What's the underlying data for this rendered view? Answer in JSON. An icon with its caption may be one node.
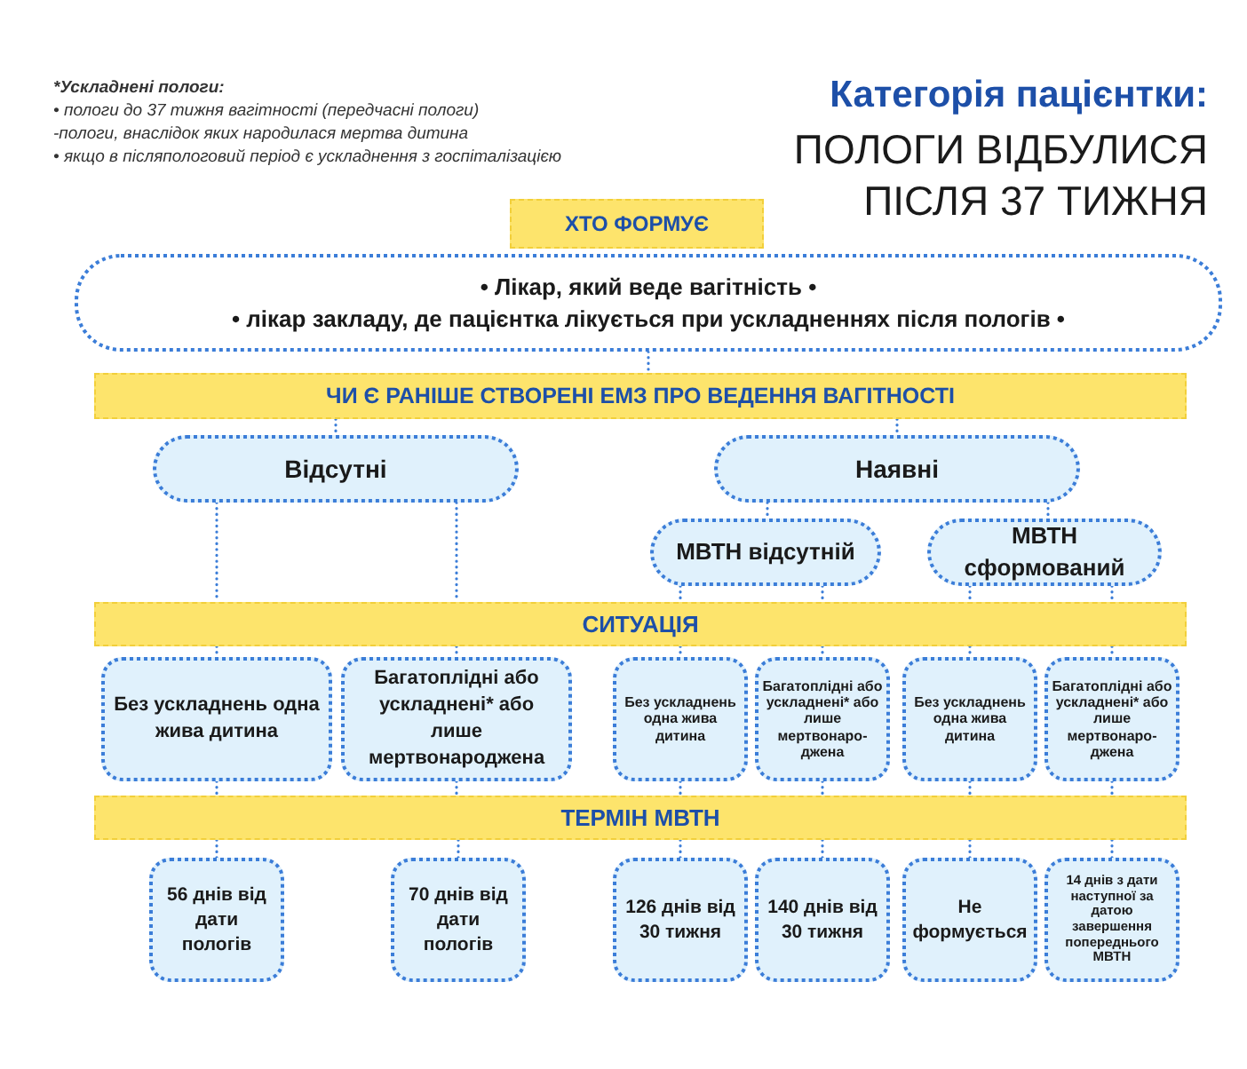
{
  "diagram": {
    "title": "Категорія пацієнтки:",
    "nodes": [
      {
        "text": [
          "ХТО ФОРМУЄ"
        ]
      },
      {
        "text": [
          "• Лікар, який веде вагітність •",
          "• лікар закладу, де пацієнтка лікується при ускладненнях після пологів •"
        ]
      },
      {
        "text": [
          "ЧИ Є РАНІШЕ СТВОРЕНІ ЕМЗ ПРО ВЕДЕННЯ ВАГІТНОСТІ"
        ]
      },
      {
        "text": [
          "Відсутні"
        ]
      },
      {
        "text": [
          "Наявні"
        ]
      },
      {
        "text": [
          "МВТН відсутній"
        ]
      },
      {
        "text": [
          "МВТН сформований"
        ]
      },
      {
        "text": [
          "СИТУАЦІЯ"
        ]
      },
      {
        "text": [
          "Без ускладнень одна жива дитина"
        ]
      },
      {
        "text": [
          "Багатоплідні або ускладнені* або лише мертвонароджена"
        ]
      },
      {
        "text": [
          "Без ускладнень одна жива дитина"
        ]
      },
      {
        "text": [
          "Багатоплідні або ускладнені* або лише мертвонаро-джена"
        ]
      },
      {
        "text": [
          "Без ускладнень одна жива дитина"
        ]
      },
      {
        "text": [
          "Багатоплідні або ускладнені* або лише мертвонаро-джена"
        ]
      },
      {
        "text": [
          "ТЕРМІН МВТН"
        ]
      },
      {
        "text": [
          "56 днів від дати пологів"
        ]
      },
      {
        "text": [
          "70 днів від дати пологів"
        ]
      },
      {
        "text": [
          "126 днів від 30 тижня"
        ]
      },
      {
        "text": [
          "140 днів від 30 тижня"
        ]
      },
      {
        "text": [
          "Не формується"
        ]
      },
      {
        "text": [
          "14 днів з дати наступної за датою завершення попереднього МВТН"
        ]
      }
    ],
    "edges": [
      {
        "from": 1,
        "to": 2,
        "arrow": "none"
      },
      {
        "from": 2,
        "to": 3,
        "arrow": "none"
      },
      {
        "from": 2,
        "to": 4,
        "arrow": "none"
      },
      {
        "from": 4,
        "to": 5,
        "arrow": "none"
      },
      {
        "from": 4,
        "to": 6,
        "arrow": "none"
      },
      {
        "from": 3,
        "to": 7,
        "arrow": "none"
      },
      {
        "from": 3,
        "to": 7,
        "arrow": "none"
      },
      {
        "from": 5,
        "to": 7,
        "arrow": "none"
      },
      {
        "from": 5,
        "to": 7,
        "arrow": "none"
      },
      {
        "from": 6,
        "to": 7,
        "arrow": "none"
      },
      {
        "from": 6,
        "to": 7,
        "arrow": "none"
      },
      {
        "from": 7,
        "to": 8,
        "arrow": "none"
      },
      {
        "from": 7,
        "to": 9,
        "arrow": "none"
      },
      {
        "from": 7,
        "to": 10,
        "arrow": "none"
      },
      {
        "from": 7,
        "to": 11,
        "arrow": "none"
      },
      {
        "from": 7,
        "to": 12,
        "arrow": "none"
      },
      {
        "from": 7,
        "to": 13,
        "arrow": "none"
      },
      {
        "from": 8,
        "to": 14,
        "arrow": "none"
      },
      {
        "from": 9,
        "to": 14,
        "arrow": "none"
      },
      {
        "from": 10,
        "to": 14,
        "arrow": "none"
      },
      {
        "from": 11,
        "to": 14,
        "arrow": "none"
      },
      {
        "from": 12,
        "to": 14,
        "arrow": "none"
      },
      {
        "from": 13,
        "to": 14,
        "arrow": "none"
      },
      {
        "from": 14,
        "to": 15,
        "arrow": "none"
      },
      {
        "from": 14,
        "to": 16,
        "arrow": "none"
      },
      {
        "from": 14,
        "to": 17,
        "arrow": "none"
      },
      {
        "from": 14,
        "to": 18,
        "arrow": "none"
      },
      {
        "from": 14,
        "to": 19,
        "arrow": "none"
      },
      {
        "from": 14,
        "to": 20,
        "arrow": "none"
      }
    ],
    "labels": [
      "*Ускладнені пологи:",
      "• пологи до 37 тижня вагітності (передчасні пологи)",
      "-пологи, внаслідок яких народилася мертва дитина",
      "• якщо в післяпологовий період є ускладнення з госпіталізацією",
      "ПОЛОГИ ВІДБУЛИСЯ ПІСЛЯ 37 ТИЖНЯ"
    ]
  }
}
